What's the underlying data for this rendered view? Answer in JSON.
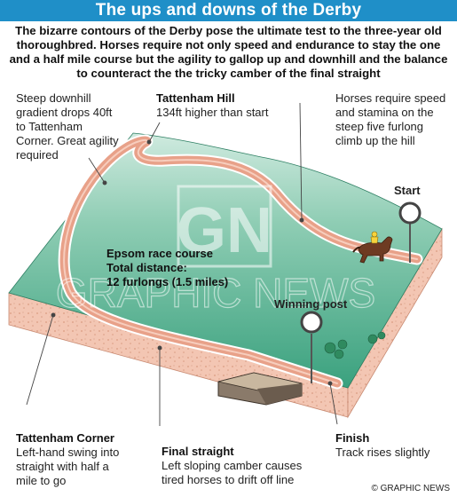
{
  "header": {
    "title": "The ups and downs of the Derby"
  },
  "subtitle": "The bizarre contours of the Derby pose the ultimate test to the three-year old thoroughbred. Horses require not only speed and endurance to stay the one and a half mile course but the agility to gallop up and downhill and the balance to counteract the the tricky camber of the final straight",
  "labels": {
    "steep_downhill": "Steep downhill gradient drops 40ft to Tattenham Corner. Great agility required",
    "tattenham_hill_title": "Tattenham Hill",
    "tattenham_hill_text": "134ft higher than start",
    "climb": "Horses require speed and stamina on the steep five furlong climb up the hill",
    "start": "Start",
    "winning_post": "Winning post",
    "course_name": "Epsom race course",
    "distance_label": "Total distance:",
    "distance_value": "12 furlongs (1.5 miles)",
    "corner_title": "Tattenham Corner",
    "corner_text": "Left-hand swing into straight with half a mile to go",
    "straight_title": "Final straight",
    "straight_text": "Left sloping camber causes tired horses to drift off line",
    "finish_title": "Finish",
    "finish_text": "Track rises slightly"
  },
  "watermark": {
    "logo": "GN",
    "text": "GRAPHIC NEWS"
  },
  "credit": "© GRAPHIC NEWS",
  "colors": {
    "header": "#1f8fc8",
    "grass": "#3aa17e",
    "grass_light": "#bfe4d6",
    "track": "#e8a189",
    "track_edge": "#ffffff",
    "soil": "#f3c6b3"
  }
}
